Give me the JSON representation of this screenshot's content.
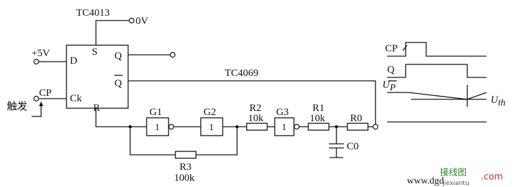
{
  "labels": {
    "ic_flipflop": "TC4013",
    "zero_v": "0V",
    "plus5v": "+5V",
    "pin_d": "D",
    "pin_s": "S",
    "pin_q": "Q",
    "pin_qbar": "Q",
    "pin_ck": "Ck",
    "pin_r": "R",
    "cp": "CP",
    "trigger": "触发",
    "ic_inverter": "TC4069",
    "g1": "G1",
    "g2": "G2",
    "g3": "G3",
    "gate_one": "1",
    "r2": "R2",
    "r2_val": "10k",
    "r1": "R1",
    "r1_val": "10k",
    "r0": "R0",
    "c0": "C0",
    "r3": "R3",
    "r3_val": "100k"
  },
  "waveform": {
    "cp": "CP",
    "q": "Q",
    "up_base": "U",
    "up_sub": "P",
    "uth_base": "U",
    "uth_sub": "th"
  },
  "watermark": {
    "cn": "接线图",
    "url_left": "www.dgd",
    "url_right": ".com",
    "url_small": "jiexiantu"
  }
}
